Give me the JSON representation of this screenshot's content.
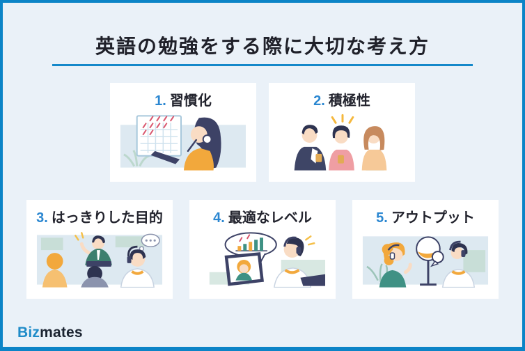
{
  "page": {
    "title": "英語の勉強をする際に大切な考え方"
  },
  "brand": {
    "logo_blue": "Biz",
    "logo_dark": "mates"
  },
  "colors": {
    "frame_border": "#0c84c7",
    "background": "#eaf1f8",
    "card_background": "#ffffff",
    "title_text": "#1f2029",
    "title_underline": "#1588ca",
    "number_blue": "#2b87d1",
    "label_text": "#23242e",
    "logo_blue": "#1e8bc8",
    "logo_dark": "#1c2431",
    "illustration_navy": "#3d4266",
    "illustration_orange": "#f2a83c",
    "illustration_teal": "#3f9184",
    "illustration_pink": "#ef9ea3",
    "illustration_lightblue": "#dde9f1"
  },
  "cards": [
    {
      "number": "1.",
      "label": "習慣化",
      "illustration": "woman-with-headset-looking-at-checked-calendar"
    },
    {
      "number": "2.",
      "label": "積極性",
      "illustration": "three-people-chatting-with-coffee"
    },
    {
      "number": "3.",
      "label": "はっきりした目的",
      "illustration": "team-meeting-presentation"
    },
    {
      "number": "4.",
      "label": "最適なレベル",
      "illustration": "online-lesson-with-level-chart-bubble"
    },
    {
      "number": "5.",
      "label": "アウトプット",
      "illustration": "two-people-speaking-practice"
    }
  ]
}
